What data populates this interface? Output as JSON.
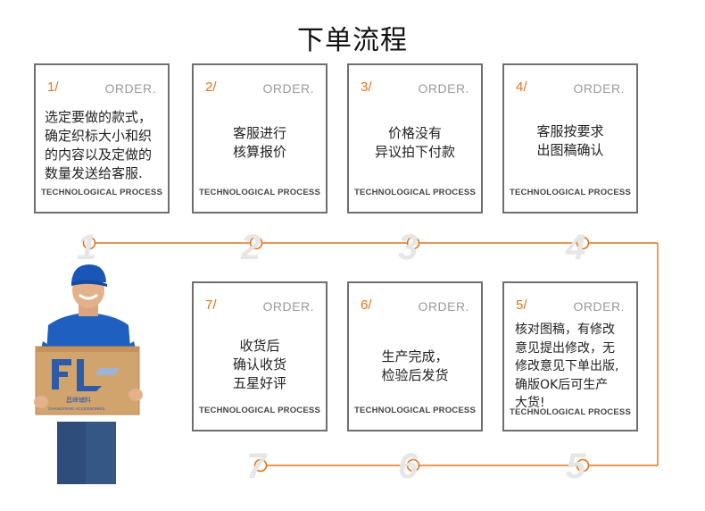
{
  "title": "下单流程",
  "colors": {
    "accent": "#e5731a",
    "border": "#6f6f6f",
    "line": "#e5731a"
  },
  "cards": [
    {
      "id": "1",
      "num": "1/",
      "order": "ORDER.",
      "lines": [
        "选定要做的款式，",
        "确定织标大小和织",
        "的内容以及定做的",
        "数量发送给客服."
      ],
      "footer": "TECHNOLOGICAL PROCESS"
    },
    {
      "id": "2",
      "num": "2/",
      "order": "ORDER.",
      "lines": [
        "客服进行",
        "核算报价"
      ],
      "footer": "TECHNOLOGICAL PROCESS"
    },
    {
      "id": "3",
      "num": "3/",
      "order": "ORDER.",
      "lines": [
        "价格没有",
        "异议拍下付款"
      ],
      "footer": "TECHNOLOGICAL PROCESS"
    },
    {
      "id": "4",
      "num": "4/",
      "order": "ORDER.",
      "lines": [
        "客服按要求",
        "出图稿确认"
      ],
      "footer": "TECHNOLOGICAL PROCESS"
    },
    {
      "id": "5",
      "num": "5/",
      "order": "ORDER.",
      "lines": [
        "核对图稿，有修改",
        "意见提出修改，无",
        "修改意见下单出版,",
        "确版OK后可生产",
        "大货!"
      ],
      "footer": "TECHNOLOGICAL PROCESS"
    },
    {
      "id": "6",
      "num": "6/",
      "order": "ORDER.",
      "lines": [
        "生产完成，",
        "检验后发货"
      ],
      "footer": "TECHNOLOGICAL PROCESS"
    },
    {
      "id": "7",
      "num": "7/",
      "order": "ORDER.",
      "lines": [
        "收货后",
        "确认收货",
        "五星好评"
      ],
      "footer": "TECHNOLOGICAL PROCESS"
    }
  ],
  "step_numbers": [
    "1",
    "2",
    "3",
    "4",
    "5",
    "6",
    "7"
  ],
  "box_logo_text": "昌峰辅料",
  "box_logo_subtext": "CHANGFENG ACCESSORIES"
}
